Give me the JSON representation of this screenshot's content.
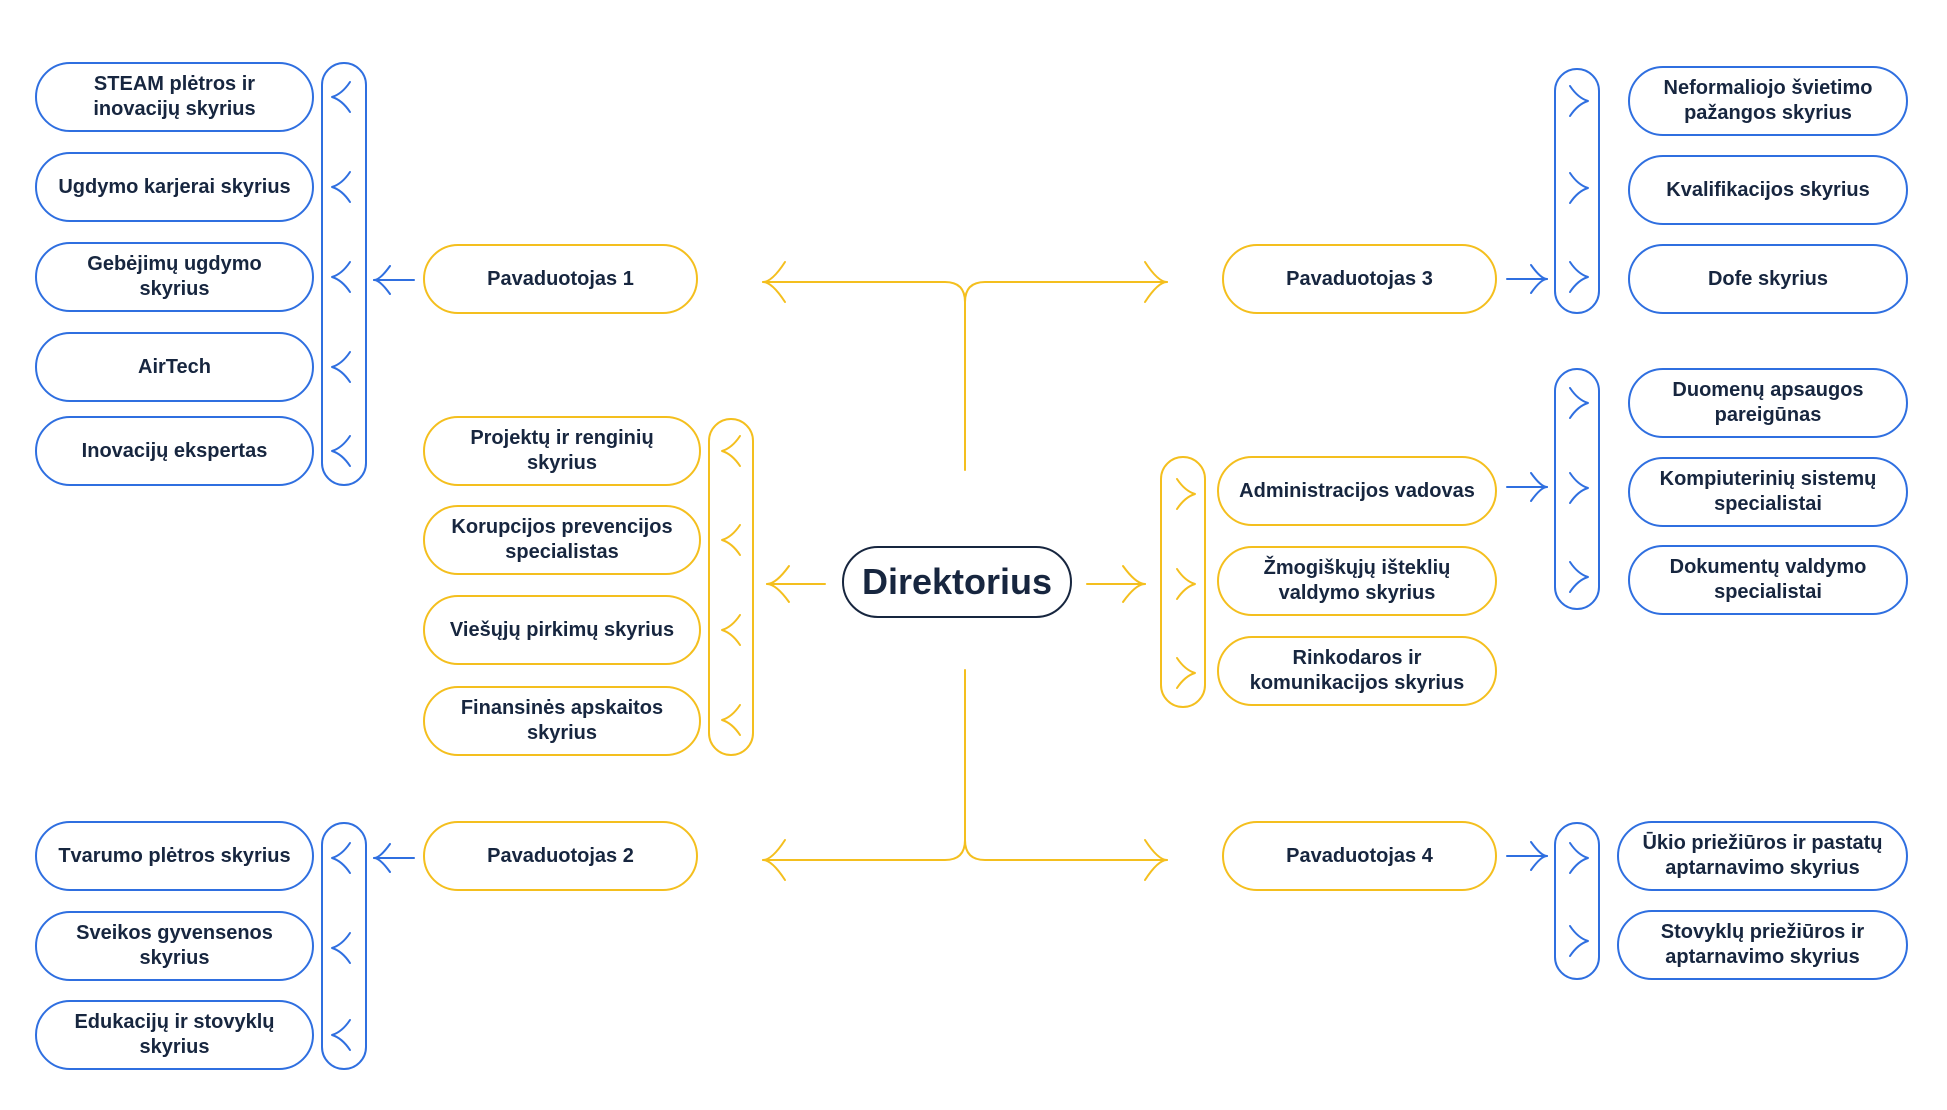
{
  "colors": {
    "blue": "#2f6fe0",
    "yellow": "#f4bf1e",
    "dark": "#17263f"
  },
  "root": {
    "label": "Direktorius"
  },
  "deputies": {
    "d1": "Pavaduotojas 1",
    "d2": "Pavaduotojas 2",
    "d3": "Pavaduotojas 3",
    "d4": "Pavaduotojas 4"
  },
  "d1_units": [
    "STEAM plėtros ir inovacijų skyrius",
    "Ugdymo karjerai skyrius",
    "Gebėjimų ugdymo skyrius",
    "AirTech",
    "Inovacijų ekspertas"
  ],
  "director_left_units": [
    "Projektų ir renginių skyrius",
    "Korupcijos prevencijos specialistas",
    "Viešųjų pirkimų skyrius",
    "Finansinės apskaitos skyrius"
  ],
  "director_right_units": [
    "Administracijos vadovas",
    "Žmogiškųjų išteklių valdymo skyrius",
    "Rinkodaros ir komunikacijos skyrius"
  ],
  "admin_units": [
    "Duomenų apsaugos pareigūnas",
    "Kompiuterinių sistemų specialistai",
    "Dokumentų valdymo specialistai"
  ],
  "d2_units": [
    "Tvarumo plėtros skyrius",
    "Sveikos gyvensenos skyrius",
    "Edukacijų ir stovyklų skyrius"
  ],
  "d3_units": [
    "Neformaliojo švietimo pažangos skyrius",
    "Kvalifikacijos skyrius",
    "Dofe skyrius"
  ],
  "d4_units": [
    "Ūkio priežiūros ir pastatų aptarnavimo skyrius",
    "Stovyklų priežiūros ir aptarnavimo skyrius"
  ]
}
